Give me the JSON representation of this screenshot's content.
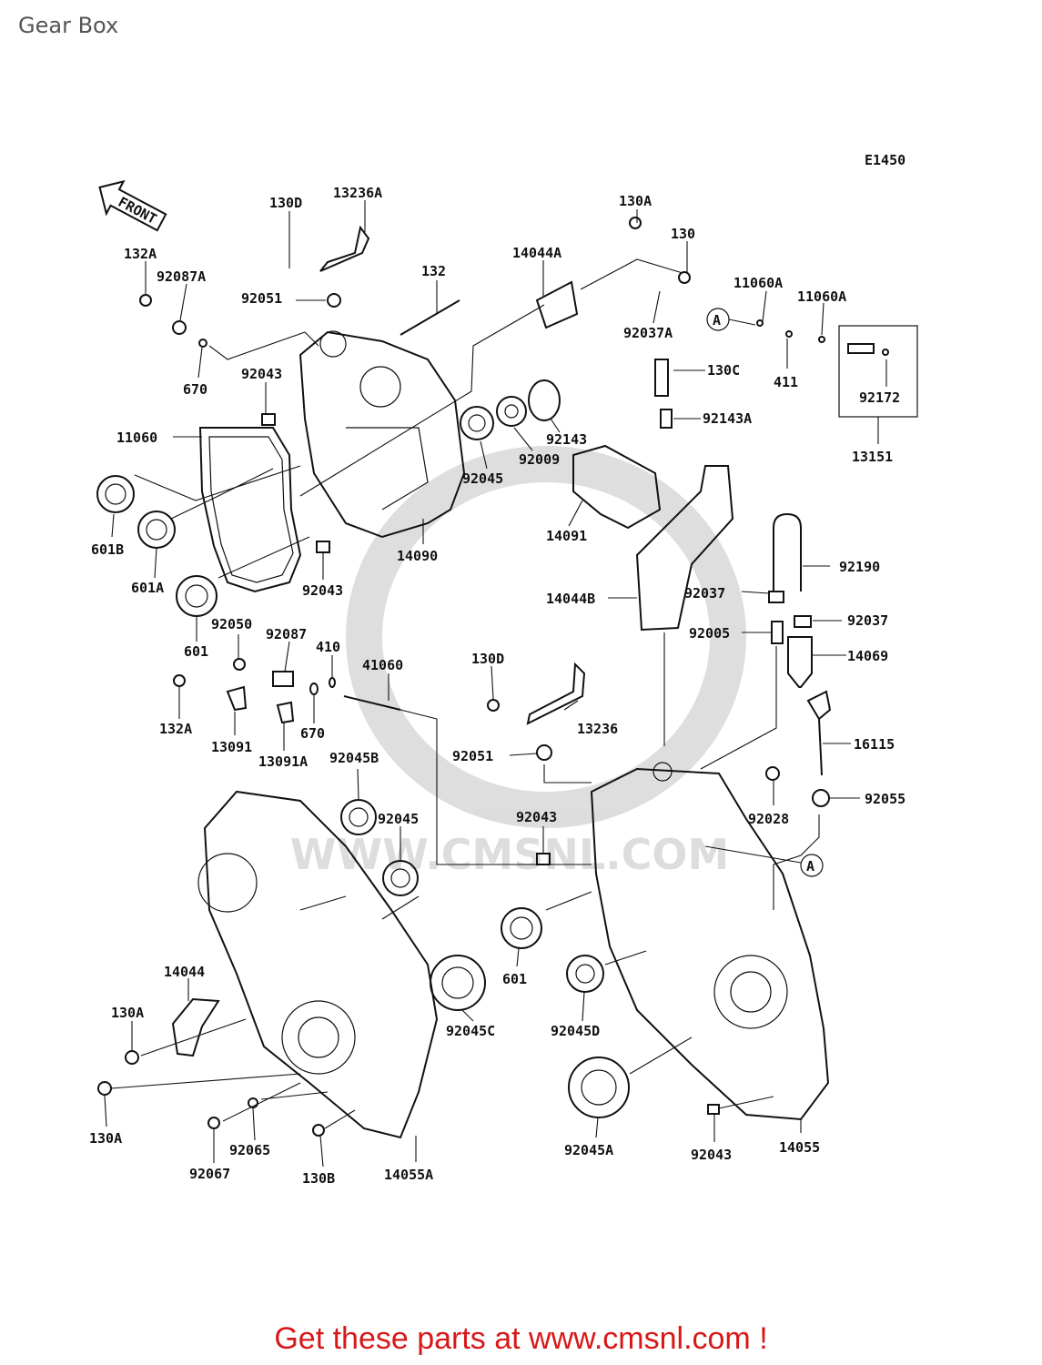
{
  "page": {
    "title": "Gear Box"
  },
  "diagram": {
    "code": "E1450",
    "front_arrow": "FRONT",
    "ref_marker": "A",
    "watermark": "WWW.CMSNL.COM",
    "callouts": [
      "130D",
      "13236A",
      "130A",
      "130",
      "132A",
      "92087A",
      "92051",
      "132",
      "14044A",
      "11060A",
      "11060A",
      "92037A",
      "670",
      "92043",
      "130C",
      "411",
      "92172",
      "11060",
      "92009",
      "92143",
      "92143A",
      "13151",
      "92045",
      "601B",
      "14091",
      "601A",
      "14090",
      "92043",
      "92190",
      "14044B",
      "92037",
      "92037",
      "92005",
      "601",
      "92050",
      "92087",
      "410",
      "41060",
      "130D",
      "14069",
      "132A",
      "13091",
      "670",
      "13236",
      "16115",
      "13091A",
      "92045B",
      "92051",
      "92045",
      "92043",
      "92028",
      "92055",
      "601",
      "14044",
      "92045C",
      "92045D",
      "130A",
      "130A",
      "92065",
      "92045A",
      "92043",
      "14055",
      "92067",
      "130B",
      "14055A"
    ]
  },
  "footer": {
    "cta": "Get these parts at www.cmsnl.com !"
  }
}
